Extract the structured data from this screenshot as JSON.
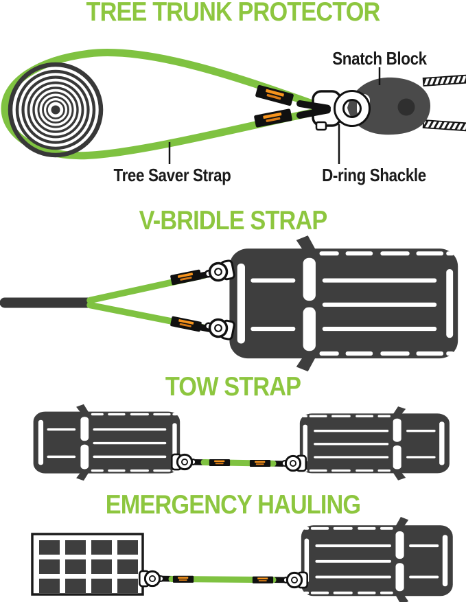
{
  "page": {
    "background": "#FFFFFF"
  },
  "colors": {
    "title_green": "#8DC63F",
    "strap_green": "#7FC241",
    "vehicle_gray": "#3E3E3E",
    "snatch_block_gray": "#4A4A4A",
    "label_black": "#1A1A1A",
    "tag_black": "#101010",
    "tag_orange": "#F7941D"
  },
  "sections": [
    {
      "id": "tree-trunk-protector",
      "title": "TREE TRUNK PROTECTOR",
      "labels": {
        "snatch_block": "Snatch Block",
        "tree_saver_strap": "Tree Saver Strap",
        "d_ring_shackle": "D-ring Shackle"
      }
    },
    {
      "id": "v-bridle-strap",
      "title": "V-BRIDLE STRAP"
    },
    {
      "id": "tow-strap",
      "title": "TOW STRAP"
    },
    {
      "id": "emergency-hauling",
      "title": "EMERGENCY HAULING"
    }
  ]
}
